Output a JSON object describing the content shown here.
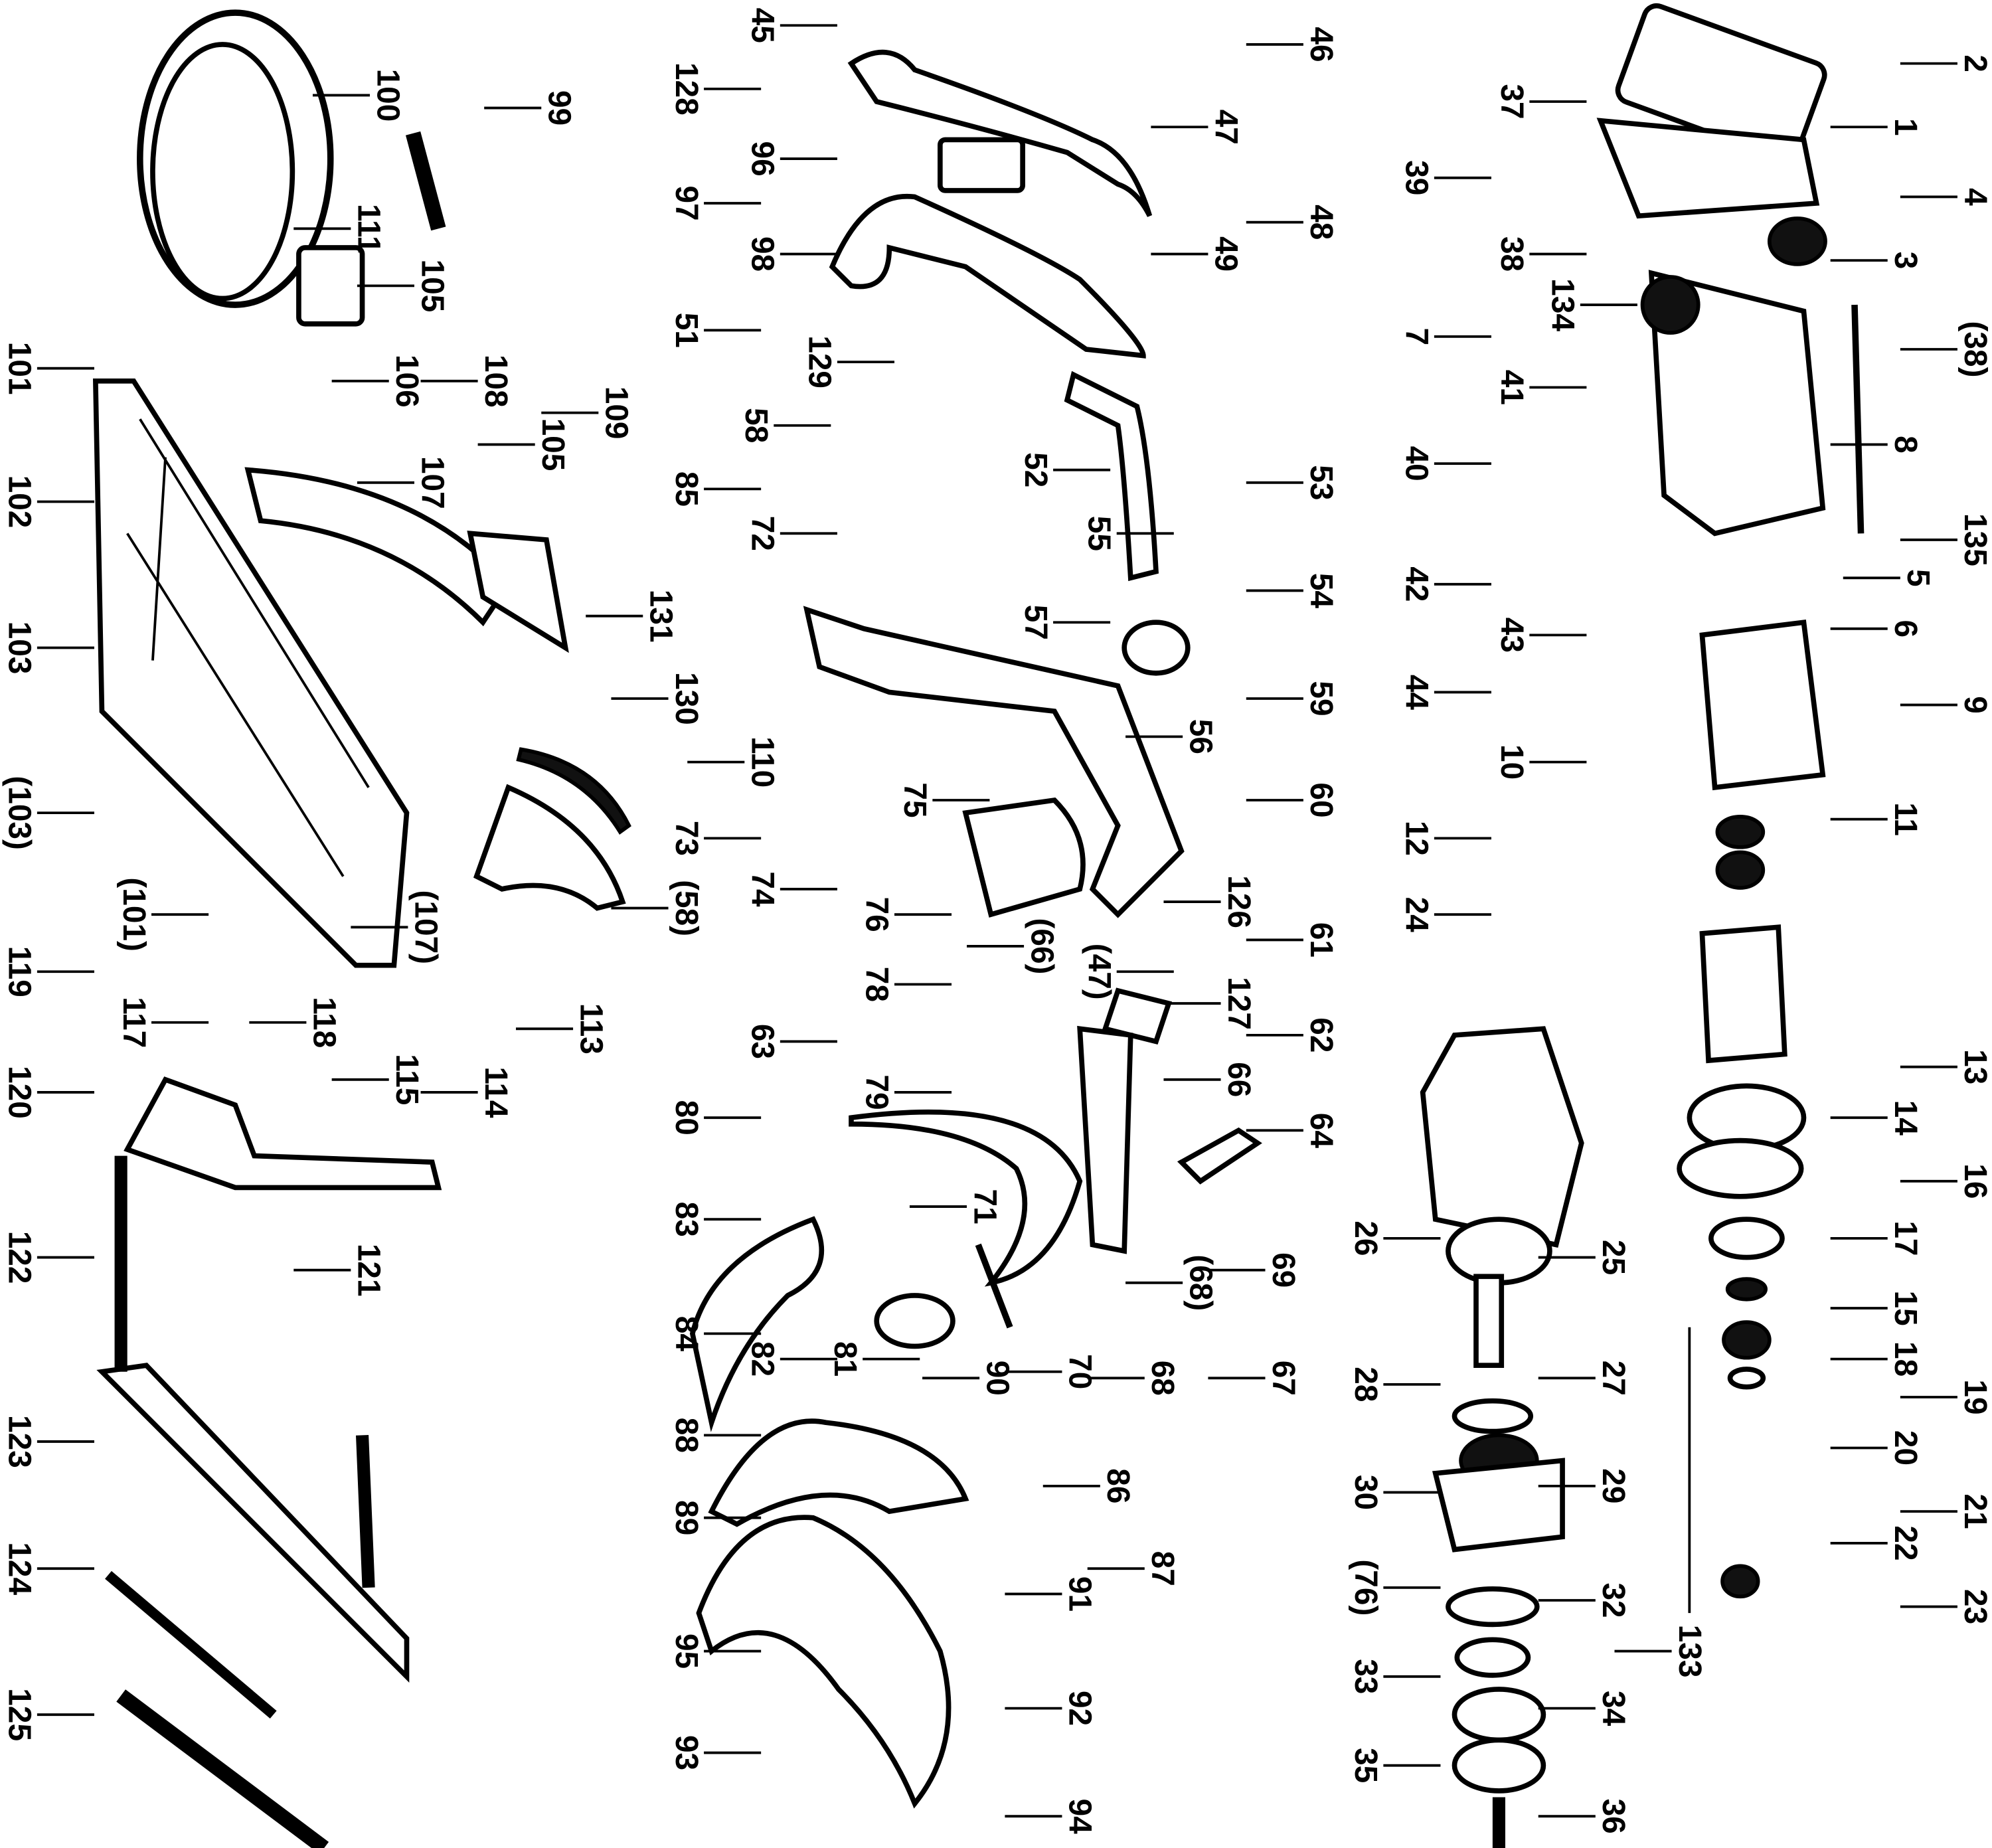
{
  "diagram": {
    "type": "exploded-parts-diagram",
    "orientation": "rotated-90-clockwise",
    "labels": [
      "100",
      "99",
      "111",
      "105",
      "101",
      "106",
      "108",
      "107",
      "105",
      "109",
      "102",
      "131",
      "103",
      "130",
      "110",
      "(103)",
      "73",
      "(58)",
      "(101)",
      "117",
      "118",
      "119",
      "(107)",
      "113",
      "114",
      "115",
      "120",
      "121",
      "122",
      "123",
      "124",
      "125",
      "45",
      "46",
      "128",
      "47",
      "96",
      "97",
      "48",
      "98",
      "49",
      "51",
      "129",
      "58",
      "85",
      "52",
      "72",
      "53",
      "55",
      "57",
      "54",
      "59",
      "56",
      "75",
      "60",
      "74",
      "76",
      "126",
      "61",
      "(66)",
      "(47)",
      "127",
      "78",
      "62",
      "63",
      "66",
      "79",
      "80",
      "64",
      "69",
      "(68)",
      "83",
      "71",
      "84",
      "82",
      "81",
      "70",
      "68",
      "67",
      "90",
      "88",
      "86",
      "89",
      "87",
      "91",
      "95",
      "92",
      "93",
      "94",
      "2",
      "37",
      "1",
      "39",
      "4",
      "38",
      "3",
      "134",
      "7",
      "(38)",
      "41",
      "8",
      "40",
      "135",
      "5",
      "42",
      "43",
      "6",
      "44",
      "9",
      "10",
      "11",
      "12",
      "24",
      "13",
      "14",
      "16",
      "17",
      "26",
      "25",
      "15",
      "18",
      "28",
      "27",
      "19",
      "20",
      "30",
      "29",
      "21",
      "22",
      "(76)",
      "32",
      "23",
      "133",
      "33",
      "34",
      "35",
      "36"
    ]
  }
}
